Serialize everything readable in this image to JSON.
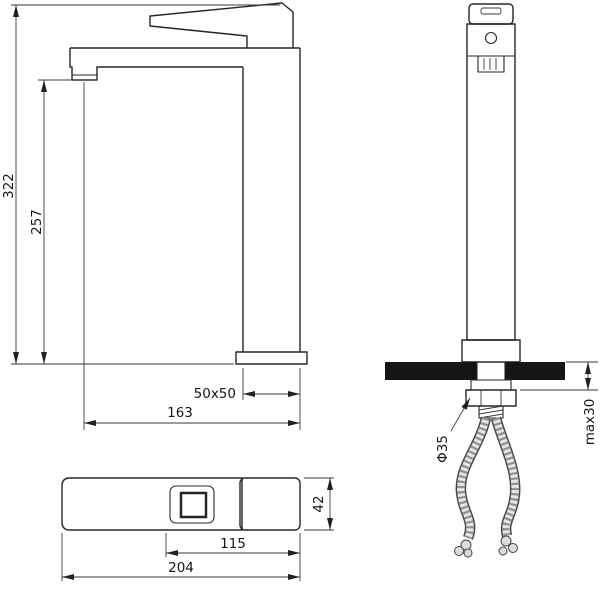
{
  "drawing": {
    "front_view": {
      "total_height": "322",
      "spout_outlet_height": "257",
      "body_cross_section": "50x50",
      "spout_reach": "163"
    },
    "side_view": {
      "hole_diameter": "Φ35",
      "max_mounting_thickness": "max30"
    },
    "top_view": {
      "body_width": "42",
      "handle_to_spout_end": "115",
      "overall_length": "204"
    }
  }
}
